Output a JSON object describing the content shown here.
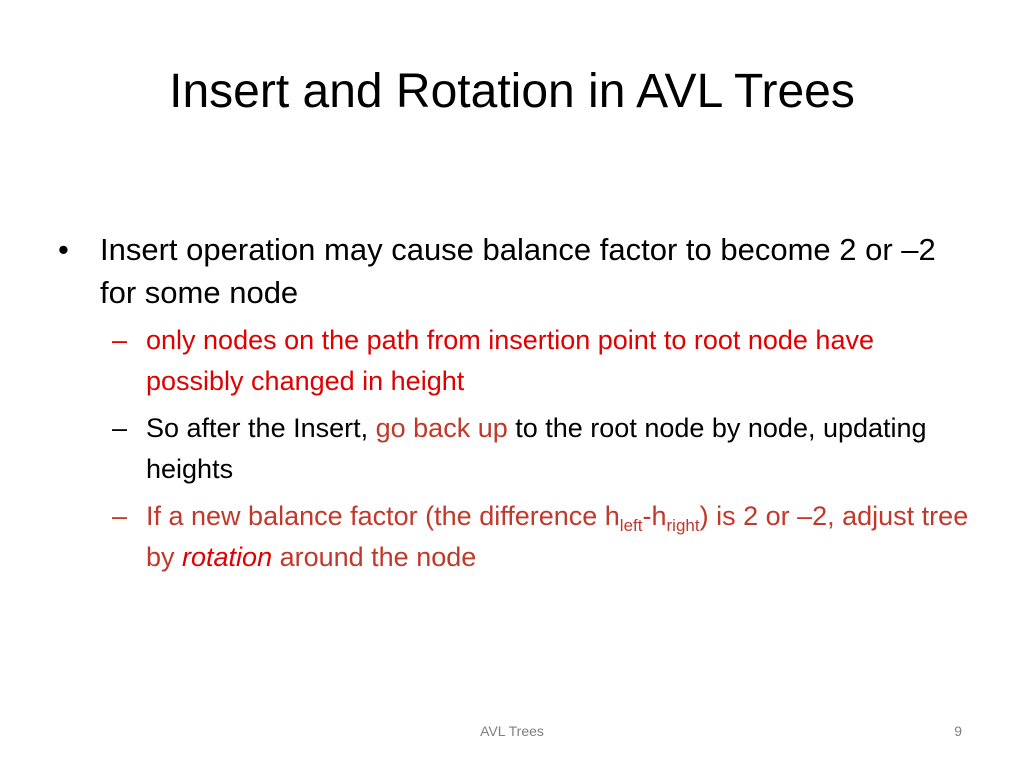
{
  "slide": {
    "title": "Insert and Rotation in AVL Trees",
    "bullets": [
      {
        "text": "Insert operation may cause balance factor to become 2 or –2 for some node",
        "symbol": "•"
      }
    ],
    "subbullets": [
      {
        "dash": "–",
        "text": "only nodes on the path from insertion point to root node have possibly changed in height"
      },
      {
        "dash": "–",
        "part1": "So after the Insert, ",
        "highlight": "go back up",
        "part2": " to the root node by node, updating heights"
      },
      {
        "dash": "–",
        "part1": "If a new balance factor (the difference h",
        "sub1": "left",
        "mid": "-h",
        "sub2": "right",
        "part2": ") is 2 or –2, adjust tree by ",
        "emph": "rotation",
        "part3": " around the node"
      }
    ]
  },
  "footer": {
    "label": "AVL Trees",
    "page_number": "9"
  },
  "colors": {
    "red": "#e00000",
    "dark_red": "#c0392b",
    "footer_gray": "#7f7f7f"
  }
}
